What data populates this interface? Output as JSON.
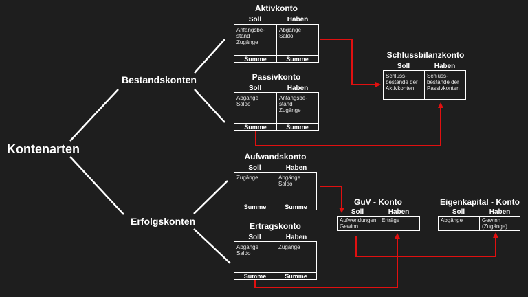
{
  "root_label": "Kontenarten",
  "categories": {
    "stock": "Bestandskonten",
    "result": "Erfolgskonten"
  },
  "accounts": {
    "aktiv": {
      "title": "Aktivkonto",
      "soll": "Soll",
      "haben": "Haben",
      "left": "Anfangsbe-\nstand\nZugänge",
      "right": "Abgänge\nSaldo",
      "sum": "Summe"
    },
    "passiv": {
      "title": "Passivkonto",
      "soll": "Soll",
      "haben": "Haben",
      "left": "Abgänge\nSaldo",
      "right": "Anfangsbe-\nstand\nZugänge",
      "sum": "Summe"
    },
    "sbk": {
      "title": "Schlussbilanzkonto",
      "soll": "Soll",
      "haben": "Haben",
      "left": "Schluss-\nbestände der\nAktivkonten",
      "right": "Schluss-\nbestände der\nPassivkonten"
    },
    "aufwand": {
      "title": "Aufwandskonto",
      "soll": "Soll",
      "haben": "Haben",
      "left": "Zugänge",
      "right": "Abgänge\nSaldo",
      "sum": "Summe"
    },
    "ertrag": {
      "title": "Ertragskonto",
      "soll": "Soll",
      "haben": "Haben",
      "left": "Abgänge\nSaldo",
      "right": "Zugänge",
      "sum": "Summe"
    },
    "guv": {
      "title": "GuV - Konto",
      "soll": "Soll",
      "haben": "Haben",
      "left": "Aufwendungen\nGewinn",
      "right": "Erträge"
    },
    "ek": {
      "title": "Eigenkapital - Konto",
      "soll": "Soll",
      "haben": "Haben",
      "left": "Abgänge",
      "right": "Gewinn\n(Zugänge)"
    }
  },
  "colors": {
    "background": "#1e1e1e",
    "lines": "#ffffff",
    "arrows": "#e01010"
  }
}
